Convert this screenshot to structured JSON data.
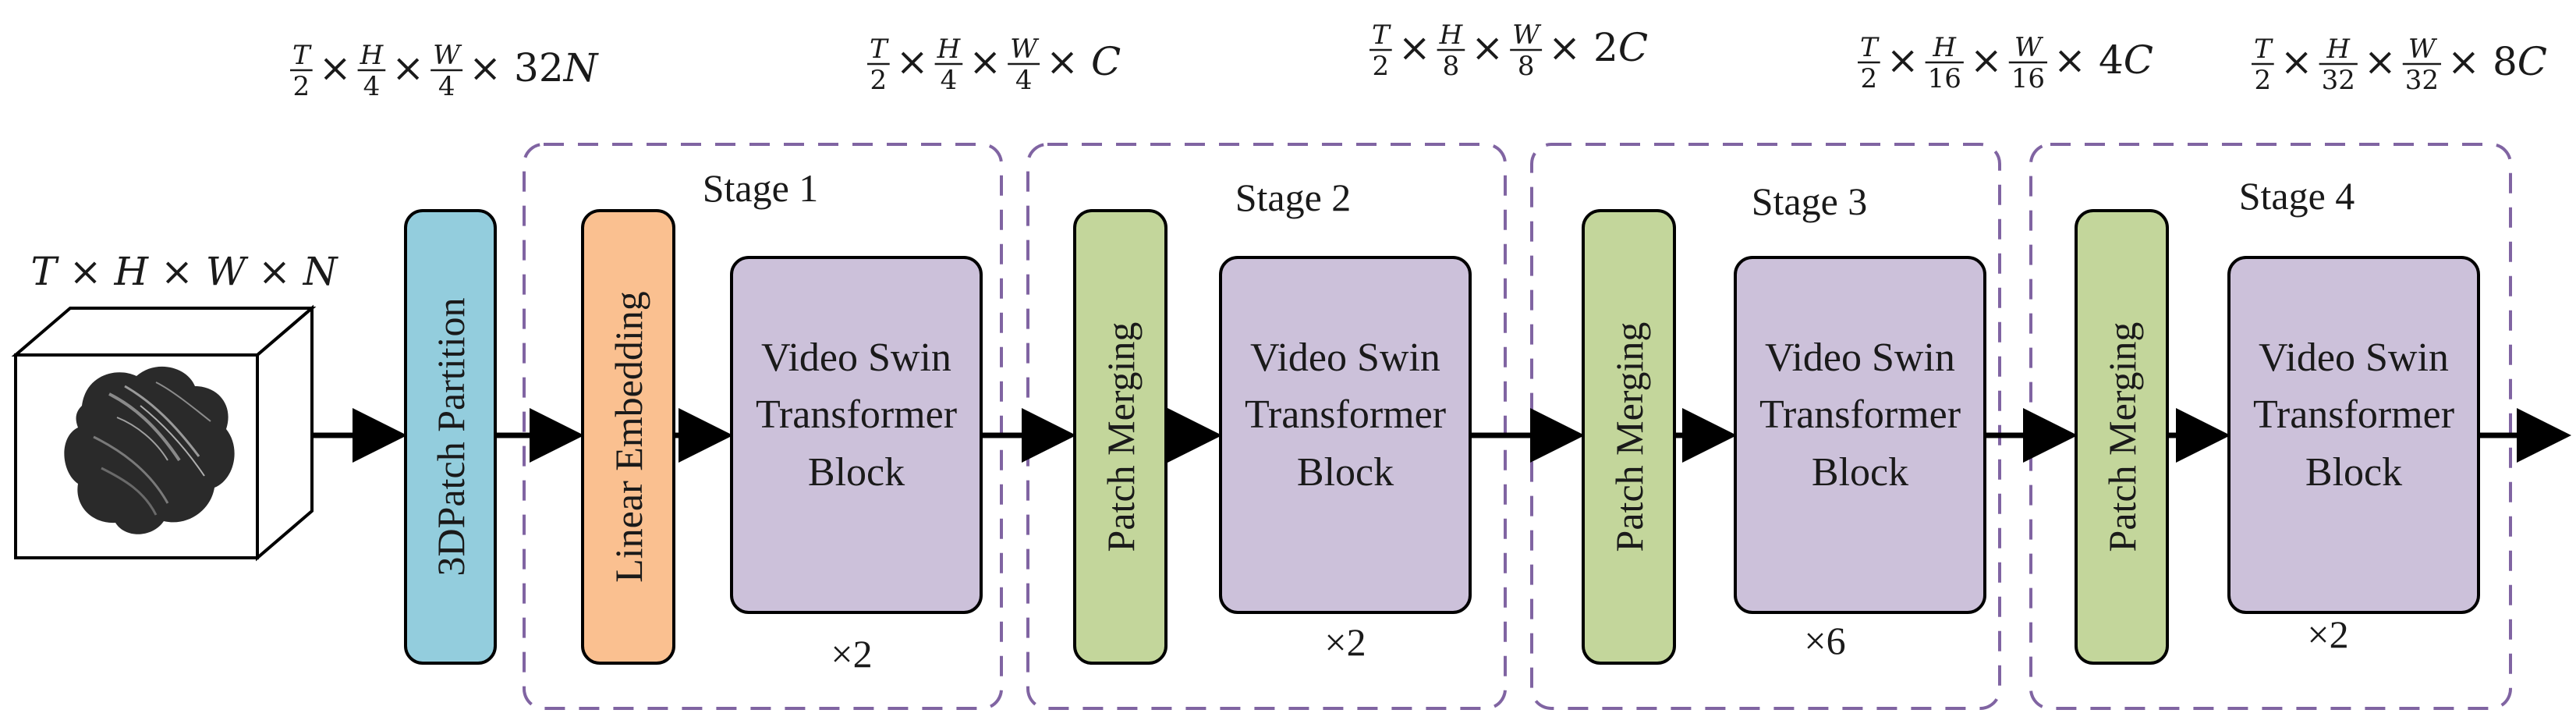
{
  "input": {
    "label": "T × H × W × N"
  },
  "dims": {
    "d0": "T/2 × H/4 × W/4 × 32N",
    "d1": "T/2 × H/4 × W/4 × C",
    "d2": "T/2 × H/8 × W/8 × 2C",
    "d3": "T/2 × H/16 × W/16 × 4C",
    "d4": "T/2 × H/32 × W/32 × 8C"
  },
  "partition": {
    "label": "3DPatch Partition"
  },
  "stages": [
    {
      "title": "Stage 1",
      "pre_label": "Linear Embedding",
      "block_lines": [
        "Video Swin",
        "Transformer",
        "Block"
      ],
      "repeat": "×2"
    },
    {
      "title": "Stage 2",
      "pre_label": "Patch Merging",
      "block_lines": [
        "Video Swin",
        "Transformer",
        "Block"
      ],
      "repeat": "×2"
    },
    {
      "title": "Stage 3",
      "pre_label": "Patch Merging",
      "block_lines": [
        "Video Swin",
        "Transformer",
        "Block"
      ],
      "repeat": "×6"
    },
    {
      "title": "Stage 4",
      "pre_label": "Patch Merging",
      "block_lines": [
        "Video Swin",
        "Transformer",
        "Block"
      ],
      "repeat": "×2"
    }
  ],
  "colors": {
    "partition_fill": "#93CDDD",
    "embedding_fill": "#FAC090",
    "merging_fill": "#C3D69B",
    "block_fill": "#CCC1DA",
    "stage_border": "#8064A2"
  }
}
